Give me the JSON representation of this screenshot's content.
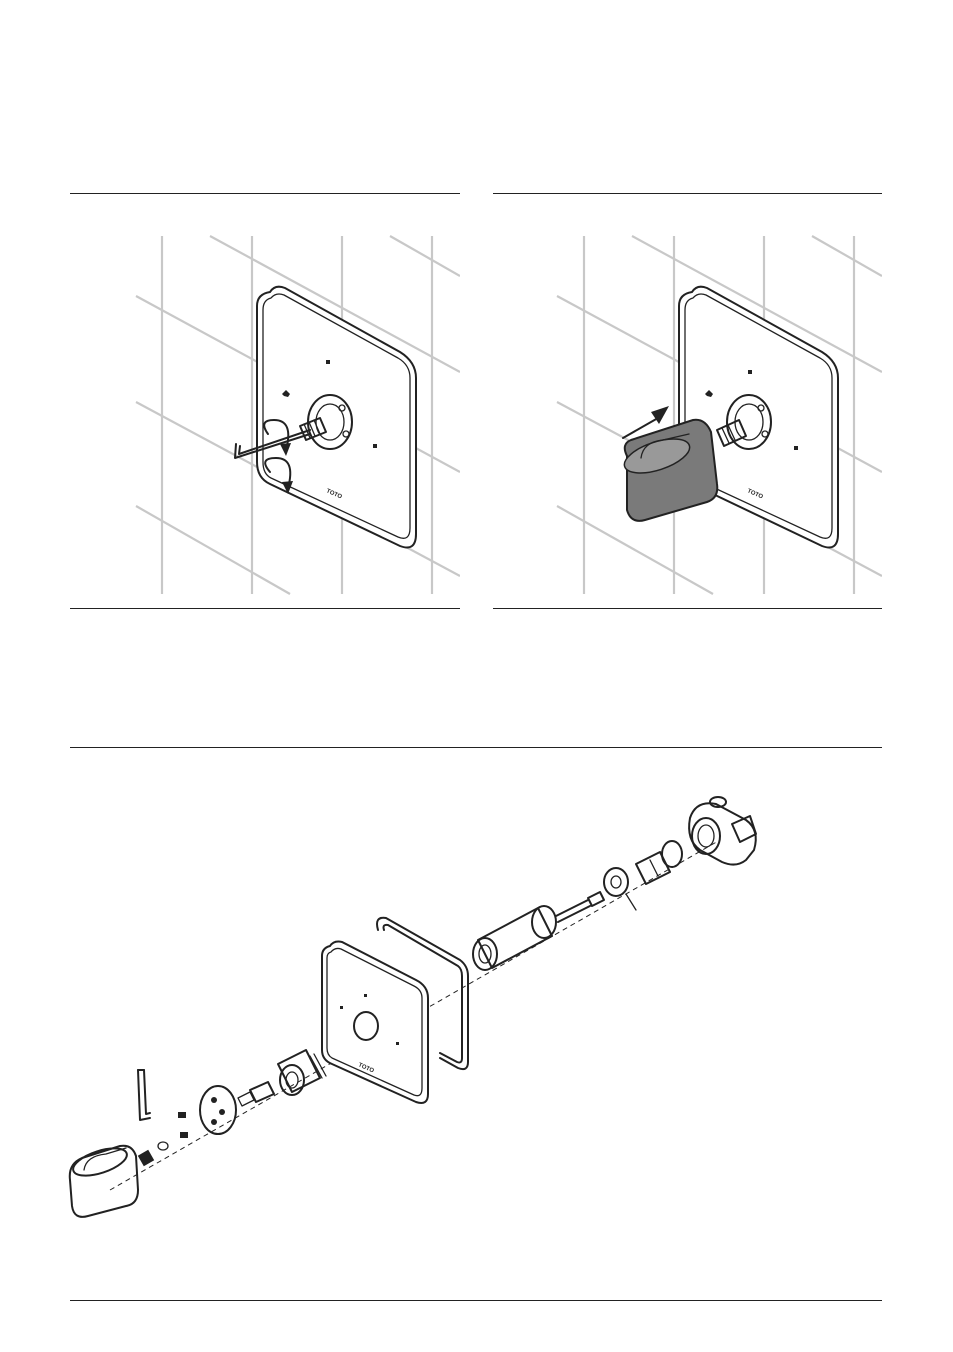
{
  "document": {
    "panels": [
      {
        "id": "step-remove-handle",
        "brand_mark": "TOTO"
      },
      {
        "id": "step-install-handle",
        "brand_mark": "TOTO"
      }
    ],
    "exploded_view": {
      "brand_mark": "TOTO"
    }
  },
  "icons": [
    "hex-key-icon",
    "rotate-arrow-icon",
    "push-arrow-icon",
    "handle-knob-icon",
    "trim-plate-icon",
    "valve-body-icon"
  ],
  "colors": {
    "line": "#222222",
    "tile_grout": "#c8c8c8",
    "handle_fill": "#7a7a7a"
  }
}
